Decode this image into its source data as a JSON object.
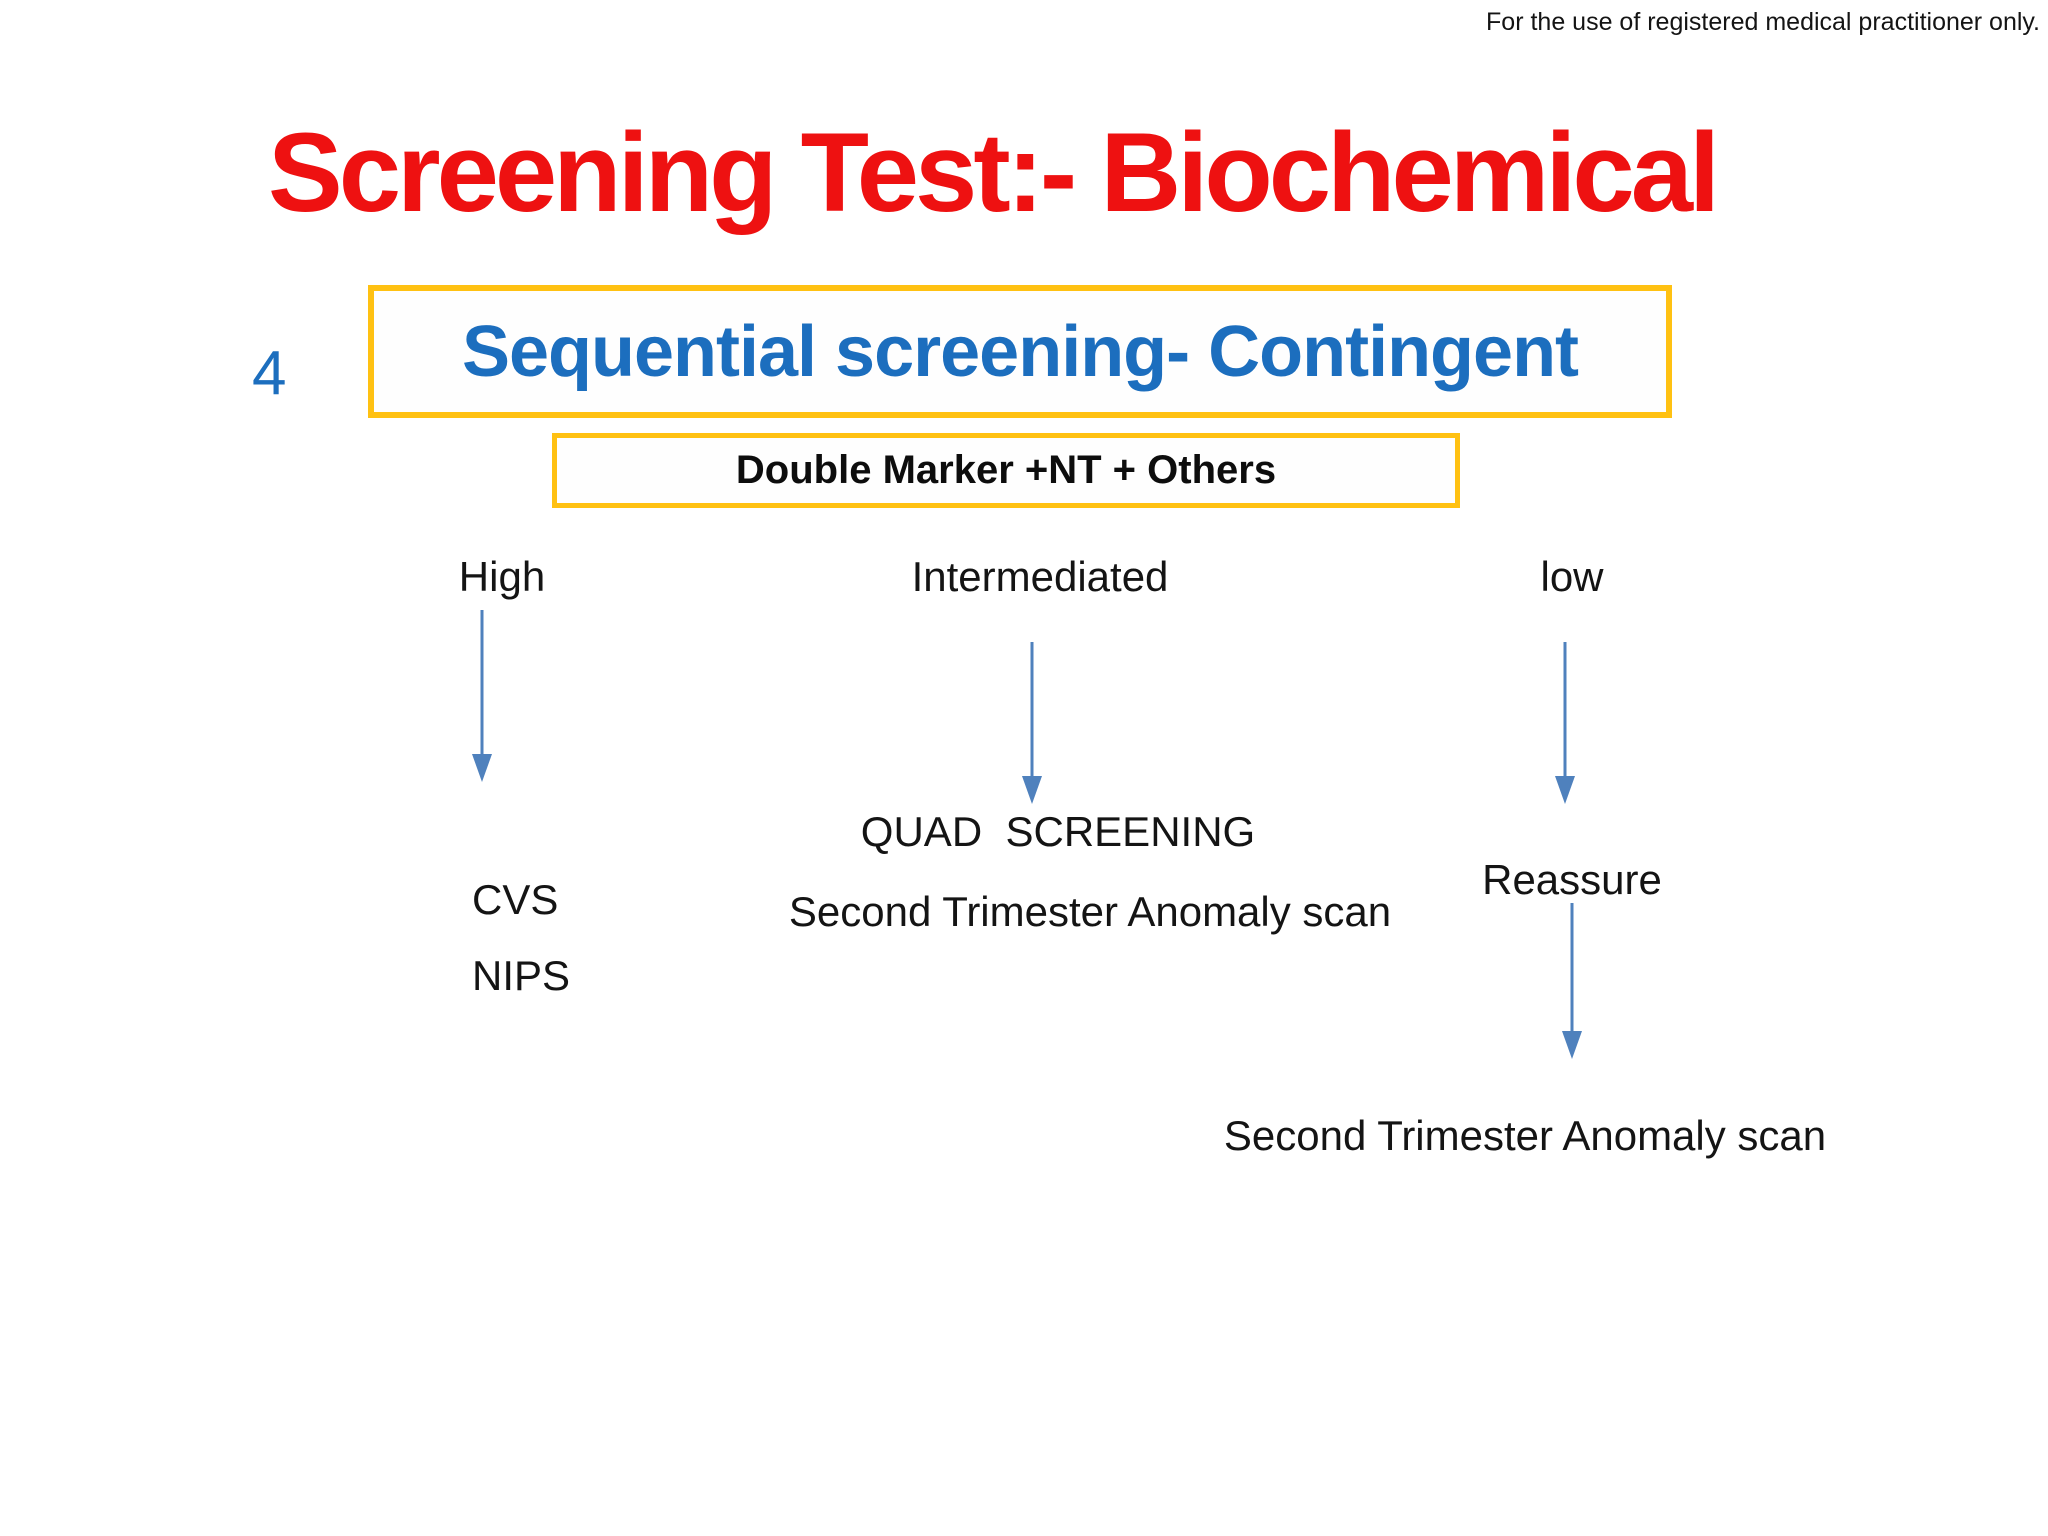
{
  "disclaimer": "For the use of registered medical practitioner only.",
  "title": "Screening Test:- Biochemical",
  "slide_number": "4",
  "main_box": "Sequential screening- Contingent",
  "sub_box": "Double Marker +NT + Others",
  "branches": {
    "high": {
      "label": "High",
      "result_1": "CVS",
      "result_2": "NIPS"
    },
    "intermediate": {
      "label": "Intermediated",
      "result_1": "QUAD  SCREENING",
      "result_2": "Second Trimester Anomaly scan"
    },
    "low": {
      "label": "low",
      "result_1": "Reassure",
      "result_2": "Second Trimester Anomaly scan"
    }
  },
  "colors": {
    "title_red": "#EE1111",
    "accent_blue": "#1C6EBE",
    "box_border_gold": "#FFC112",
    "arrow_blue": "#4F81BD",
    "text_black": "#141414"
  }
}
